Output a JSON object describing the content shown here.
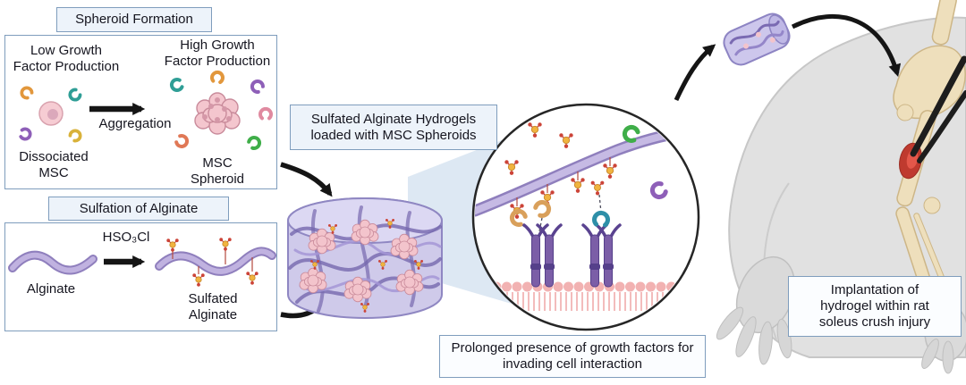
{
  "colors": {
    "panel_border": "#7f9dbd",
    "label_box_bg": "#edf3fa",
    "text": "#15151f",
    "arrow_black": "#151515",
    "alginate_purple": "#c0b2e0",
    "cell_pink": "#f4c6ce",
    "sulfate_yellow": "#f0b43f",
    "sulfate_red": "#cc4438",
    "membrane_pink": "#f2b2b2",
    "receptor_purple": "#7b5ea7",
    "hydrogel_lavender": "#cfcaea",
    "bone_beige": "#eedfbc",
    "injury_red": "#bf3a2f",
    "rat_grey": "#e1e1e1"
  },
  "spheroid_panel": {
    "title": "Spheroid Formation",
    "low_label": "Low Growth\nFactor Production",
    "high_label": "High Growth\nFactor Production",
    "aggregation_label": "Aggregation",
    "dissociated_label": "Dissociated\nMSC",
    "spheroid_label": "MSC\nSpheroid"
  },
  "sulfation_panel": {
    "title": "Sulfation of Alginate",
    "reagent_label": "HSO₃Cl",
    "alginate_label": "Alginate",
    "sulfated_label": "Sulfated\nAlginate"
  },
  "hydrogel_label": "Sulfated Alginate Hydrogels\nloaded with MSC Spheroids",
  "inset_caption": "Prolonged presence of growth factors for\ninvading cell interaction",
  "implant_caption": "Implantation of\nhydrogel within rat\nsoleus crush injury"
}
